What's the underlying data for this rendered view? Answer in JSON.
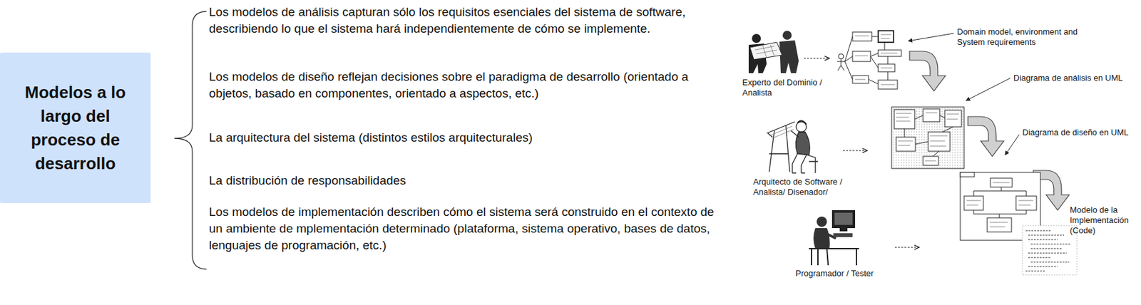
{
  "diagram": {
    "nodes": [
      {
        "text": [
          "Modelos a lo largo del proceso de desarrollo"
        ]
      }
    ],
    "labels": [
      "Los modelos de análisis capturan sólo los requisitos esenciales del sistema de software, describiendo lo que el sistema hará independientemente de cómo se implemente.",
      "Los modelos de diseño reflejan decisiones sobre el paradigma de desarrollo (orientado a objetos, basado en componentes, orientado a aspectos, etc.)",
      "La arquitectura del sistema (distintos estilos arquitecturales)",
      "La distribución de responsabilidades",
      "Los modelos de implementación describen cómo el sistema será construido en el contexto de un ambiente de mplementación determinado (plataforma, sistema operativo, bases de datos, lenguajes de programación, etc.)",
      "Domain model, environment and System requirements",
      "Experto del Dominio / Analista",
      "Diagrama de análisis en UML",
      "Diagrama de diseño en UML",
      "Arquitecto de Software / Analista/ Disenador/",
      "Modelo de la Implementación (Code)",
      "Programador / Tester"
    ]
  }
}
